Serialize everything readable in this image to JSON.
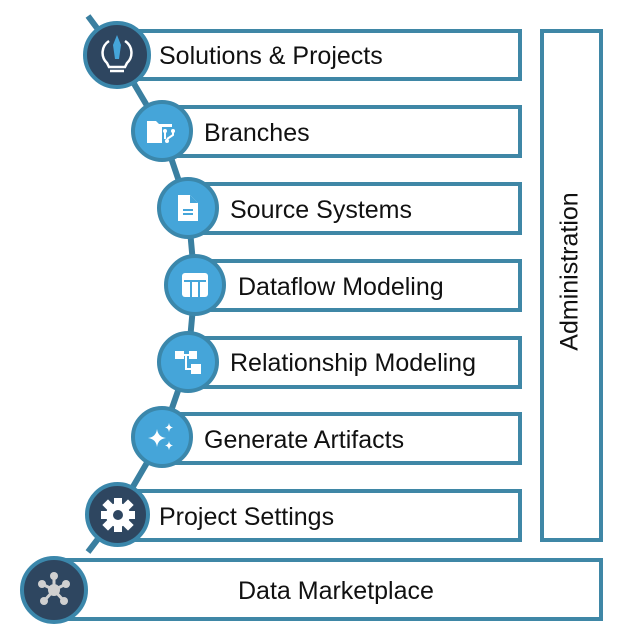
{
  "diagram": {
    "steps": [
      {
        "label": "Solutions & Projects",
        "icon": "lightbulb-rocket-icon",
        "style": "dark"
      },
      {
        "label": "Branches",
        "icon": "folder-branch-icon",
        "style": "light"
      },
      {
        "label": "Source Systems",
        "icon": "document-icon",
        "style": "light"
      },
      {
        "label": "Dataflow Modeling",
        "icon": "table-icon",
        "style": "light"
      },
      {
        "label": "Relationship Modeling",
        "icon": "hierarchy-icon",
        "style": "light"
      },
      {
        "label": "Generate Artifacts",
        "icon": "sparkles-icon",
        "style": "light"
      },
      {
        "label": "Project Settings",
        "icon": "gear-icon",
        "style": "dark"
      }
    ],
    "sidebar": {
      "label": "Administration"
    },
    "footer": {
      "label": "Data Marketplace",
      "icon": "network-hub-icon"
    },
    "colors": {
      "border": "#3f87a6",
      "light_circle": "#45a5d9",
      "dark_circle": "#2e4660",
      "path": "#3a7fa0"
    }
  }
}
